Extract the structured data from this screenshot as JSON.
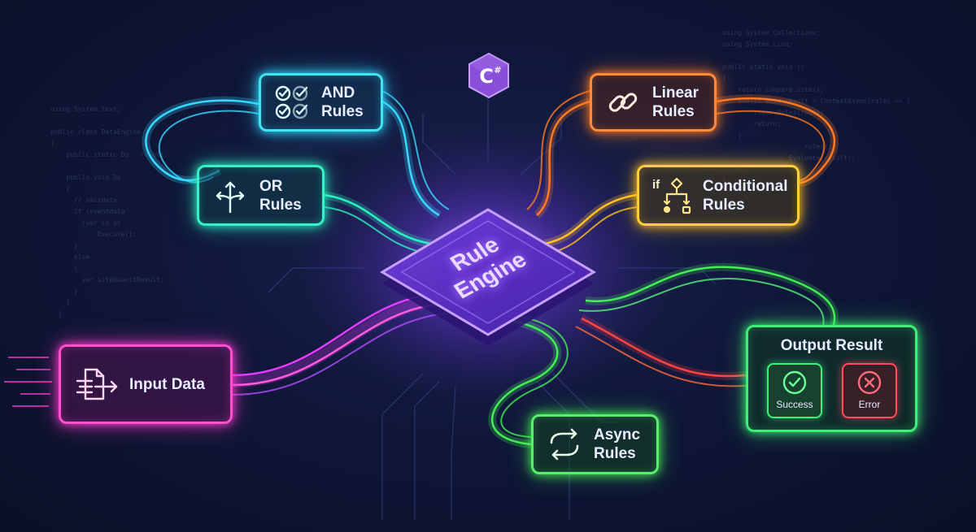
{
  "engine": {
    "line1": "Rule",
    "line2": "Engine"
  },
  "logo": {
    "text": "C",
    "sup": "#"
  },
  "nodes": {
    "and_rules": {
      "line1": "AND",
      "line2": "Rules",
      "icon": "double-check-icon",
      "color": "#3fe6f0"
    },
    "or_rules": {
      "line1": "OR",
      "line2": "Rules",
      "icon": "branch-arrows-icon",
      "color": "#37f0c8"
    },
    "linear_rules": {
      "line1": "Linear",
      "line2": "Rules",
      "icon": "chain-link-icon",
      "color": "#ff8a3a"
    },
    "conditional_rules": {
      "line1": "Conditional",
      "line2": "Rules",
      "icon_prefix": "if",
      "icon": "decision-tree-icon",
      "color": "#ffcf3a"
    },
    "input_data": {
      "label": "Input Data",
      "icon": "document-arrow-icon",
      "color": "#ff4fd0"
    },
    "async_rules": {
      "line1": "Async",
      "line2": "Rules",
      "icon": "sync-arrows-icon",
      "color": "#58f06a"
    },
    "output_result": {
      "title": "Output Result",
      "color": "#3ef07a",
      "success_label": "Success",
      "error_label": "Error",
      "success_color": "#3ef07a",
      "error_color": "#ff4d5e"
    }
  }
}
